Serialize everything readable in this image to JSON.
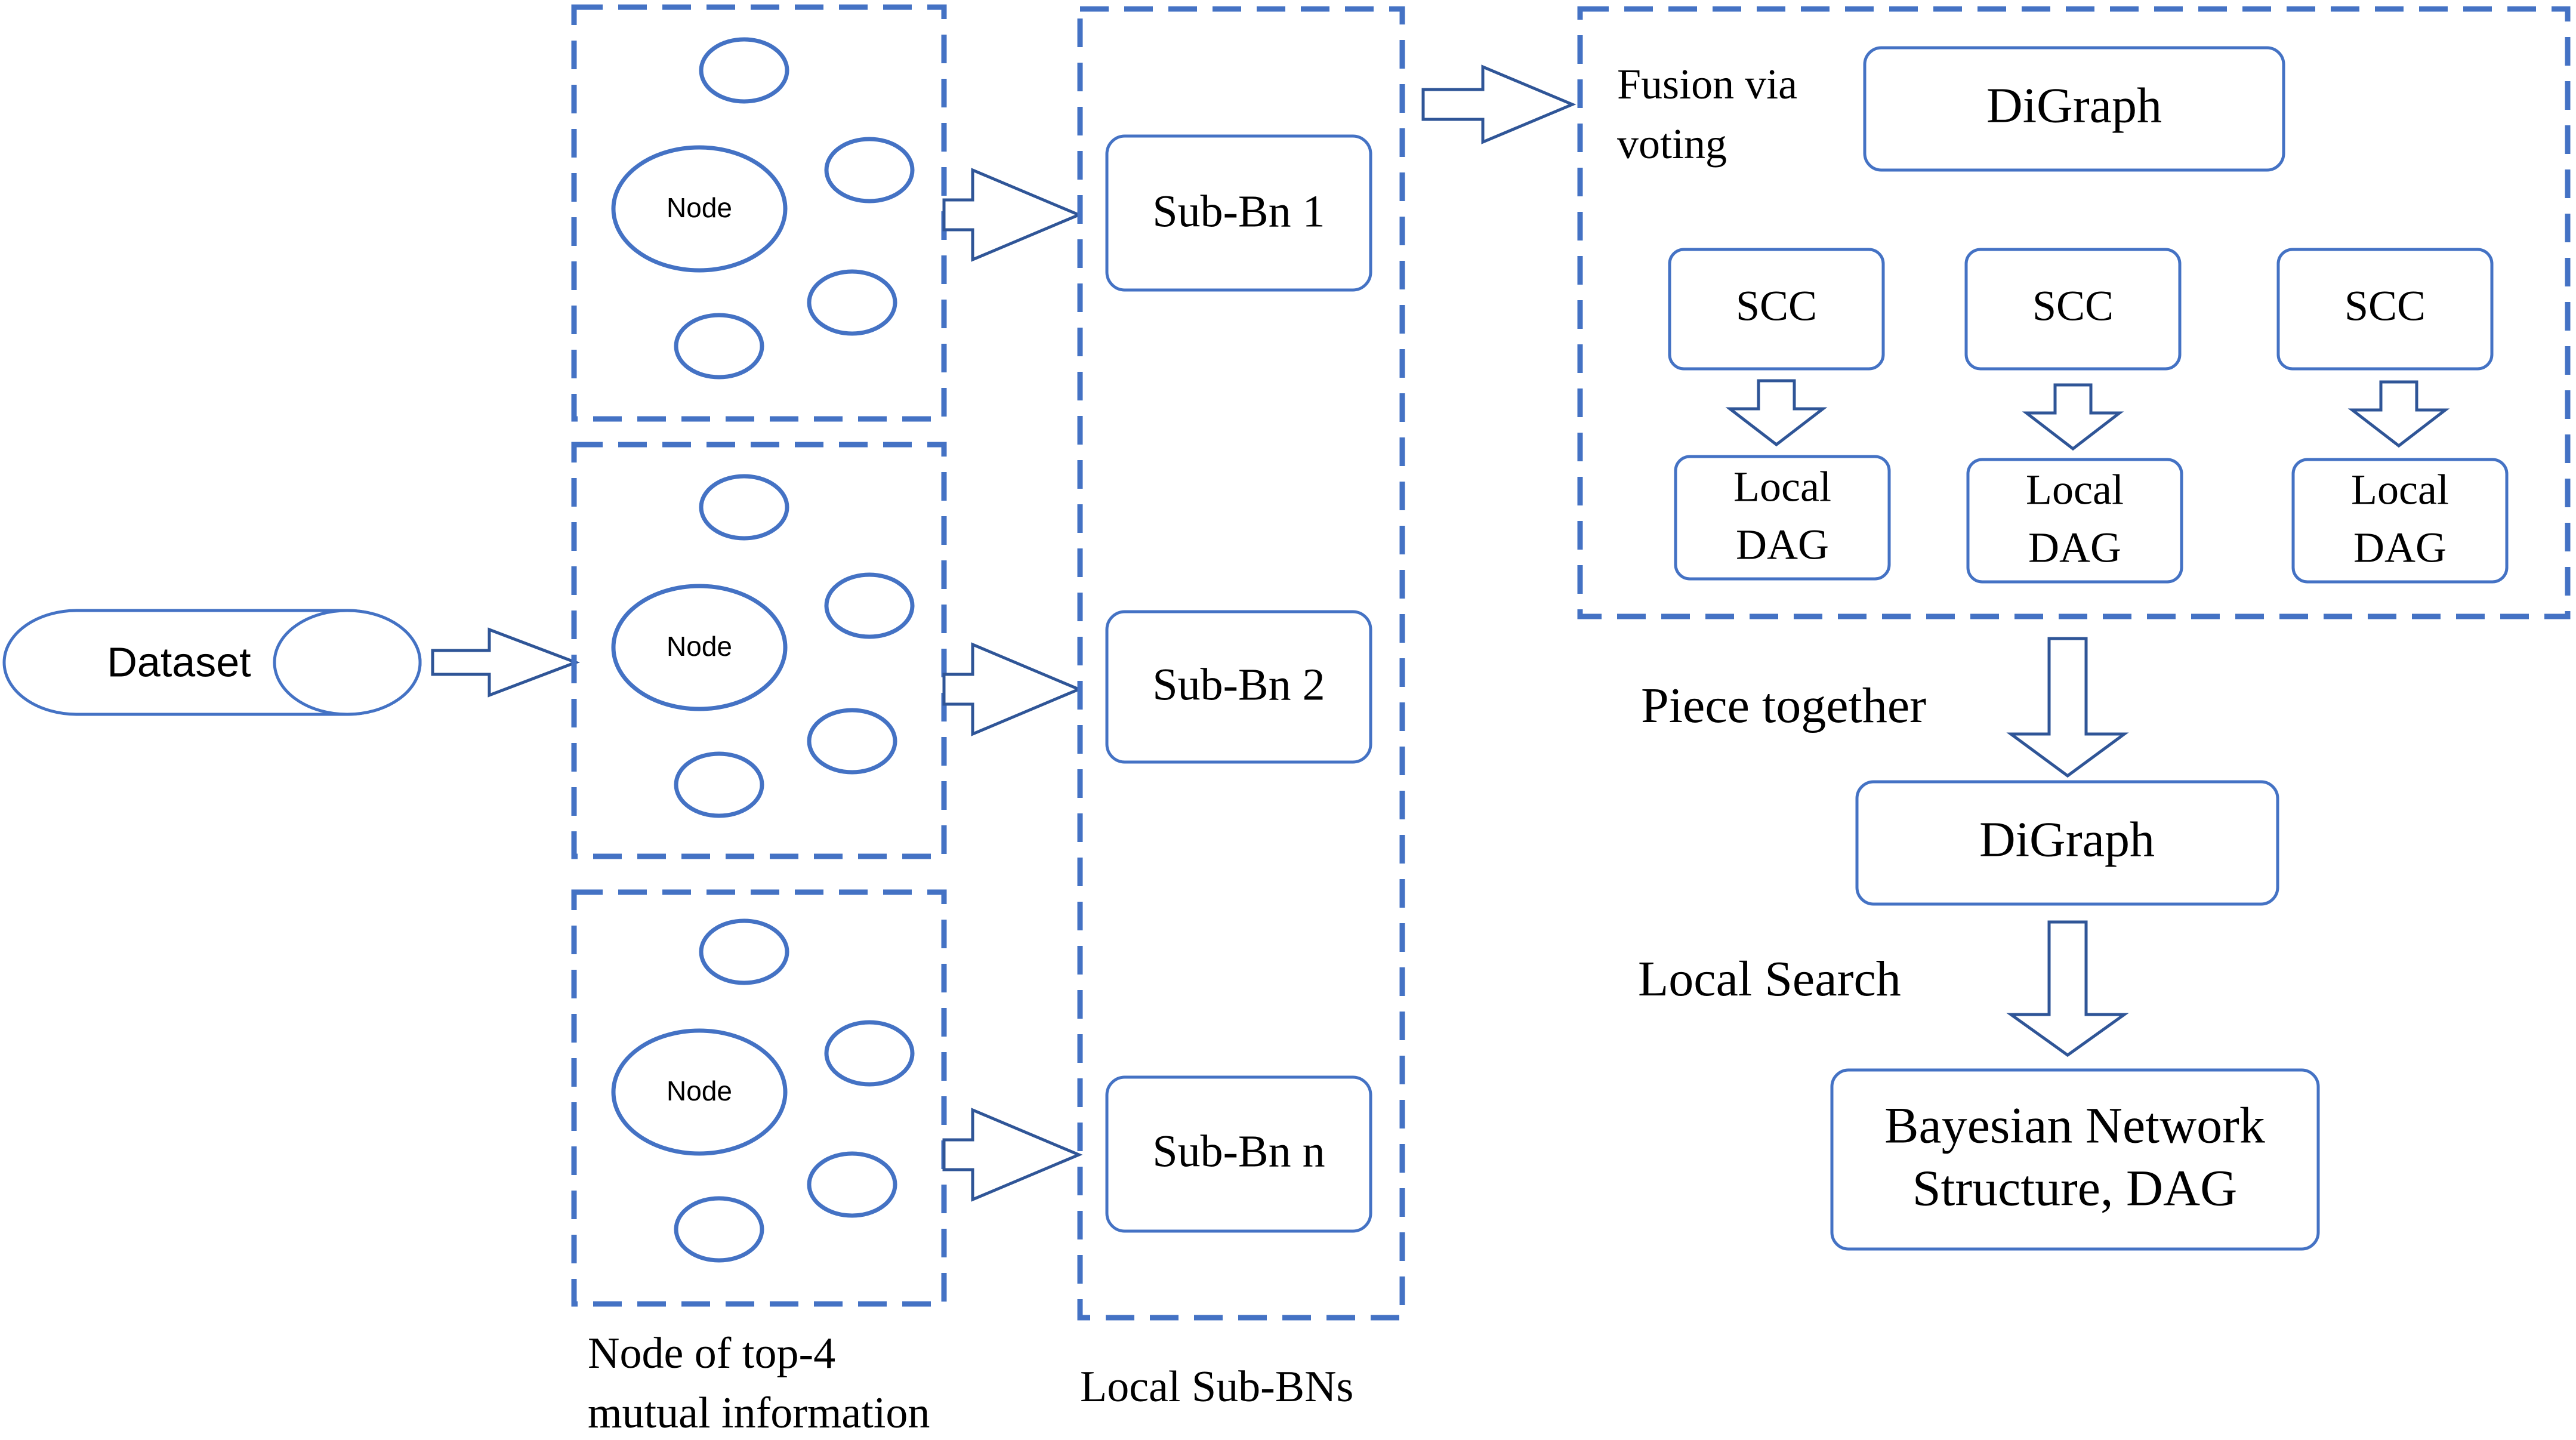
{
  "colors": {
    "accent": "#4472C4",
    "dash_box": "#4472C4",
    "arrow": "#2F5597",
    "text": "#000000",
    "background": "#FFFFFF"
  },
  "dataset": {
    "label": "Dataset"
  },
  "node_groups": {
    "caption_line1": "Node of top-4",
    "caption_line2": "mutual information",
    "groups": [
      {
        "node_label": "Node"
      },
      {
        "node_label": "Node"
      },
      {
        "node_label": "Node"
      }
    ]
  },
  "local_subbns": {
    "caption": "Local Sub-BNs",
    "items": [
      {
        "label": "Sub-Bn 1"
      },
      {
        "label": "Sub-Bn 2"
      },
      {
        "label": "Sub-Bn n"
      }
    ]
  },
  "fusion": {
    "label_line1": "Fusion via",
    "label_line2": "voting",
    "digraph_label": "DiGraph",
    "scc_columns": [
      {
        "scc_label": "SCC",
        "dag_line1": "Local",
        "dag_line2": "DAG"
      },
      {
        "scc_label": "SCC",
        "dag_line1": "Local",
        "dag_line2": "DAG"
      },
      {
        "scc_label": "SCC",
        "dag_line1": "Local",
        "dag_line2": "DAG"
      }
    ]
  },
  "pipeline": {
    "piece_together_label": "Piece together",
    "digraph_label": "DiGraph",
    "local_search_label": "Local Search",
    "result_line1": "Bayesian Network",
    "result_line2": "Structure, DAG"
  }
}
